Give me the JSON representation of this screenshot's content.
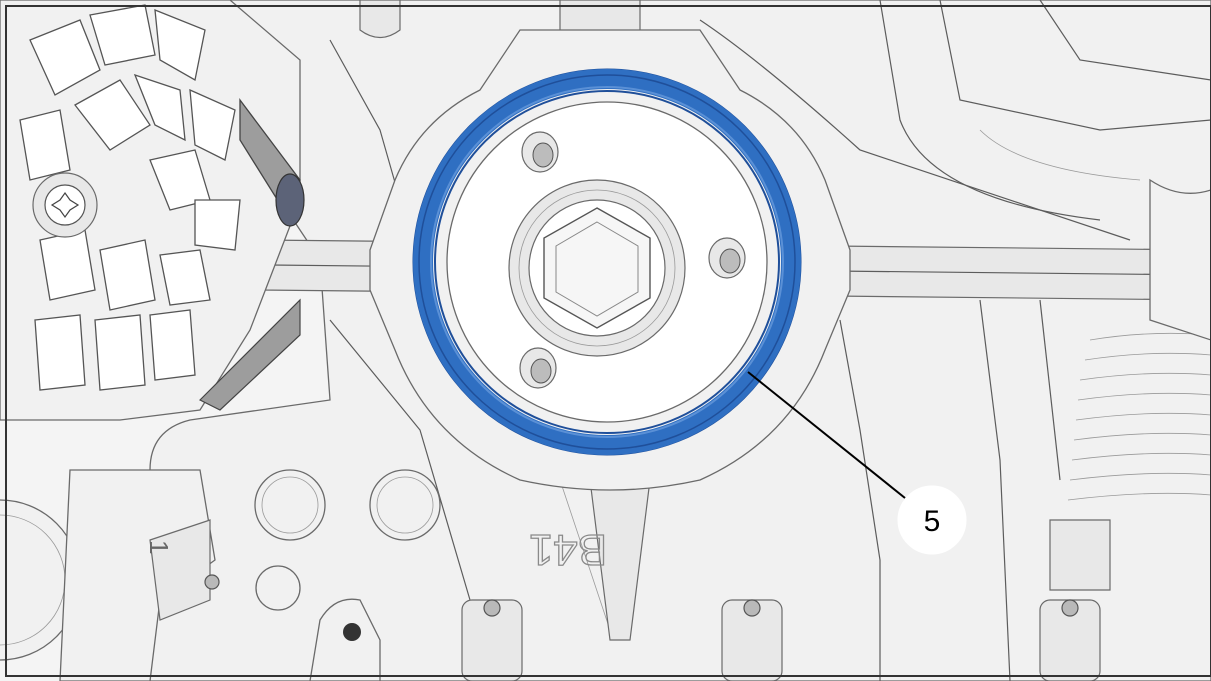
{
  "callout": {
    "number": "5"
  },
  "embossed_marking": "B41",
  "fin_marking": "1",
  "colors": {
    "seal_ring": "#2f6fc2",
    "seal_ring_dark": "#1f4f9a",
    "casting_fill": "#f1f1f1",
    "line": "#5c5c5c",
    "frame": "#333333"
  },
  "icons": [
    "hex-bolt-icon",
    "torx-screw-icon"
  ]
}
